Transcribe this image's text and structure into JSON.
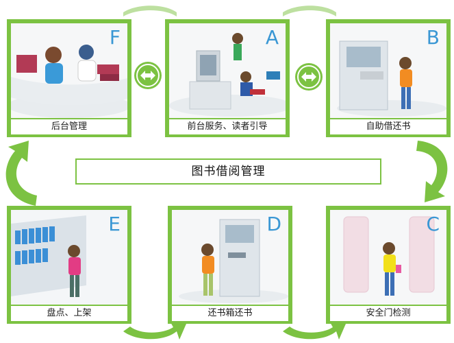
{
  "center_title": "图书借阅管理",
  "cards": [
    {
      "id": "F",
      "letter": "F",
      "caption": "后台管理"
    },
    {
      "id": "A",
      "letter": "A",
      "caption": "前台服务、读者引导"
    },
    {
      "id": "B",
      "letter": "B",
      "caption": "自助借还书"
    },
    {
      "id": "E",
      "letter": "E",
      "caption": "盘点、上架"
    },
    {
      "id": "D",
      "letter": "D",
      "caption": "还书箱还书"
    },
    {
      "id": "C",
      "letter": "C",
      "caption": "安全门检测"
    }
  ],
  "colors": {
    "green": "#7cc242",
    "blue_letter": "#3a97d4"
  }
}
